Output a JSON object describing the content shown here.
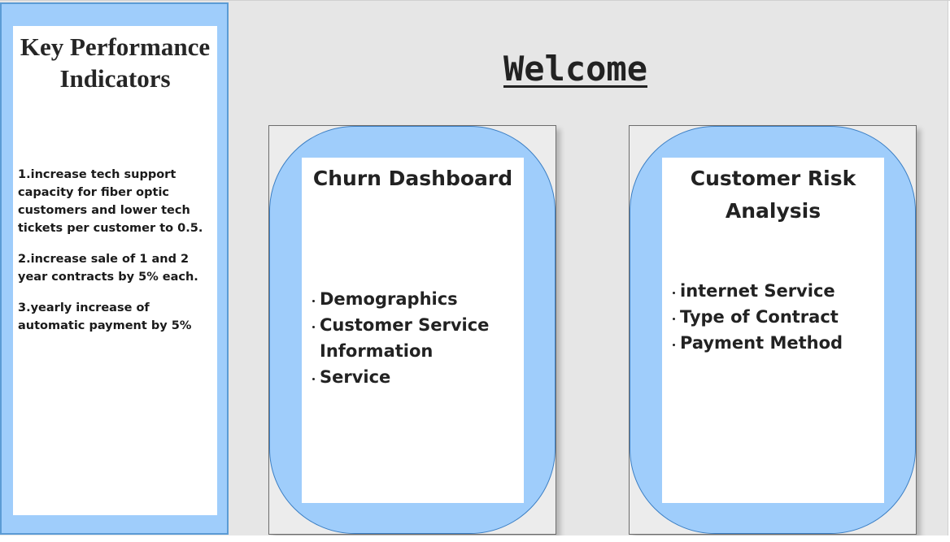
{
  "kpi": {
    "title": "Key Performance Indicators",
    "items": [
      "1.increase tech support capacity for fiber optic customers and lower tech tickets per customer to 0.5.",
      "2.increase sale of 1 and 2 year contracts by 5% each.",
      "3.yearly increase of automatic payment by 5%"
    ]
  },
  "welcome": {
    "title": "Welcome"
  },
  "cards": [
    {
      "title": "Churn Dashboard",
      "items": [
        "Demographics",
        "Customer Service Information",
        "Service"
      ]
    },
    {
      "title": "Customer Risk Analysis",
      "items": [
        "internet Service",
        "Type of Contract",
        "Payment Method"
      ]
    }
  ],
  "colors": {
    "background": "#e6e6e6",
    "panel_blue": "#9fcdfb",
    "panel_border": "#5b9bd5",
    "card_white": "#ffffff",
    "text": "#222222"
  }
}
